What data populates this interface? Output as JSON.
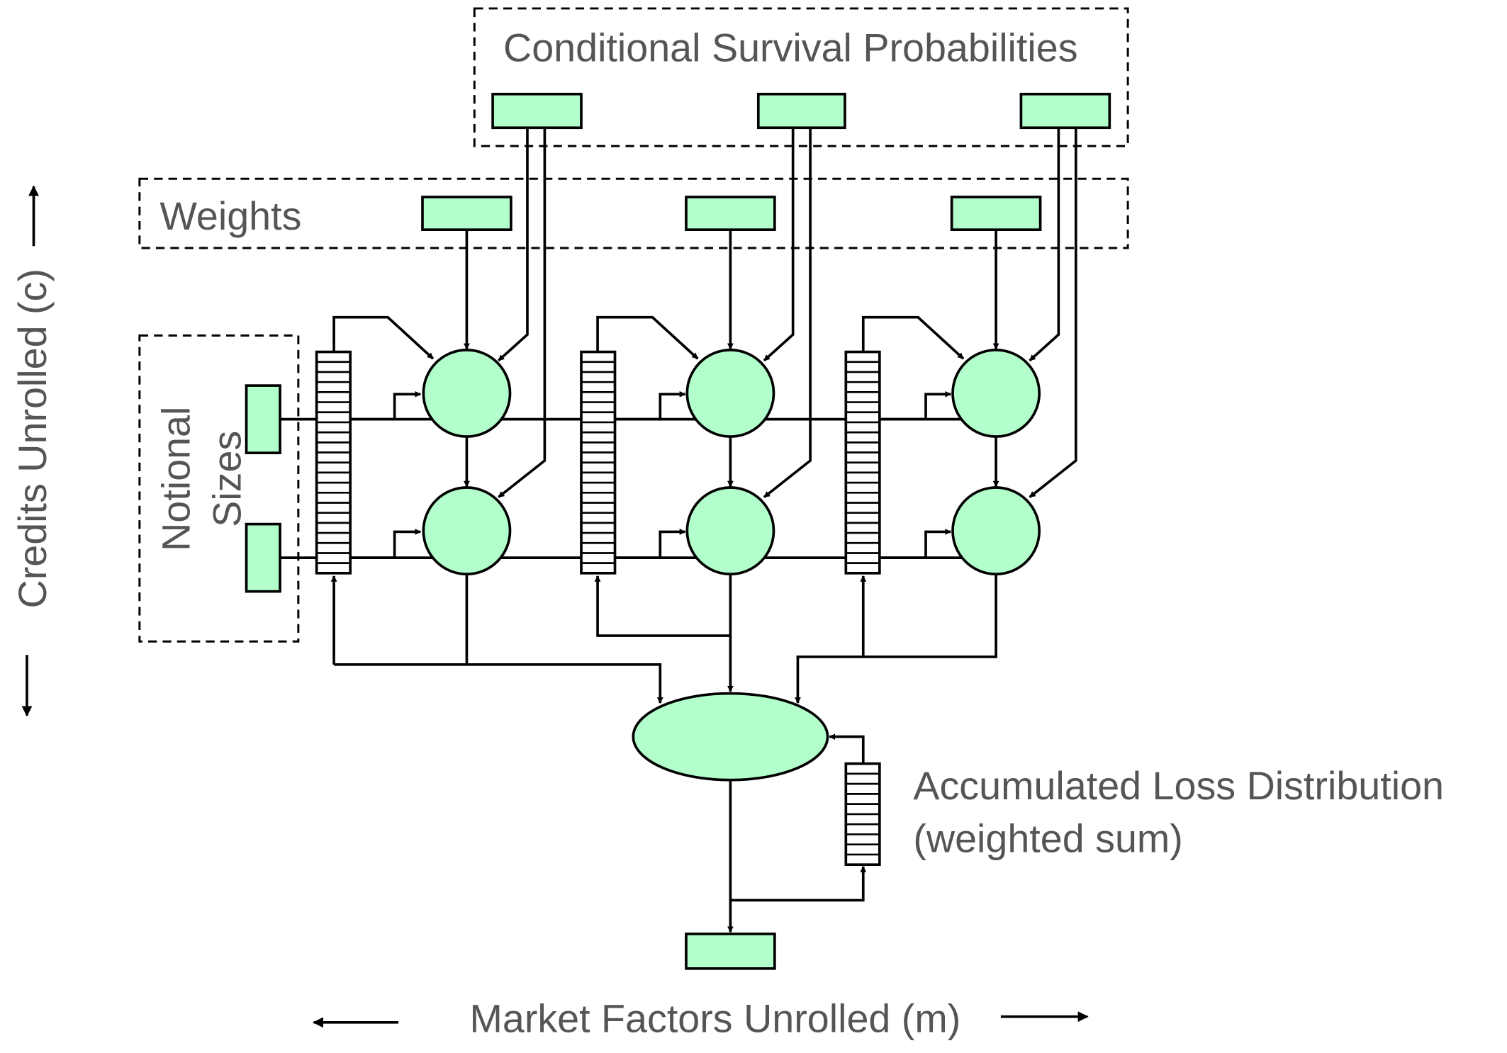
{
  "labels": {
    "conditional_survival": "Conditional Survival Probabilities",
    "weights": "Weights",
    "notional": "Notional",
    "sizes": "Sizes",
    "credits_unrolled": "Credits Unrolled (c)",
    "accumulated_loss": "Accumulated Loss Distribution",
    "weighted_sum": "(weighted sum)",
    "market_factors": "Market Factors Unrolled (m)"
  },
  "colors": {
    "node_fill": "#b3ffcc",
    "stroke": "#000000",
    "text": "#555555"
  }
}
